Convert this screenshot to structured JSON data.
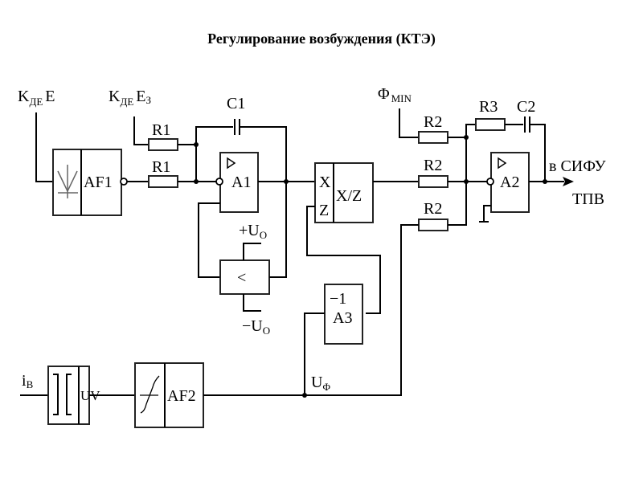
{
  "title": "Регулирование возбуждения (КТЭ)",
  "inputs": {
    "kde_e": {
      "main": "K",
      "sub": "ДЕ",
      "after": "E"
    },
    "kde_ez": {
      "main": "K",
      "sub": "ДЕ",
      "after": "E",
      "after_sub": "З"
    },
    "phi_min": {
      "main": "Φ",
      "sub": "MIN"
    },
    "i_b": {
      "main": "i",
      "sub": "В"
    }
  },
  "blocks": {
    "af1": "AF1",
    "a1": "A1",
    "xz_x": "X",
    "xz_z": "Z",
    "xz": "X/Z",
    "a2": "A2",
    "comparator": "<",
    "a3_gain": "−1",
    "a3": "A3",
    "uv": "UV",
    "af2": "AF2"
  },
  "components": {
    "r1_top": "R1",
    "r1_bottom": "R1",
    "c1": "C1",
    "r2_top": "R2",
    "r2_mid": "R2",
    "r2_bottom": "R2",
    "r3": "R3",
    "c2": "C2"
  },
  "labels": {
    "plus_u0": {
      "main": "+U",
      "sub": "O"
    },
    "minus_u0": {
      "main": "−U",
      "sub": "O"
    },
    "u_phi": {
      "main": "U",
      "sub": "Φ"
    },
    "output_1": "в СИФУ",
    "output_2": "ТПВ"
  }
}
